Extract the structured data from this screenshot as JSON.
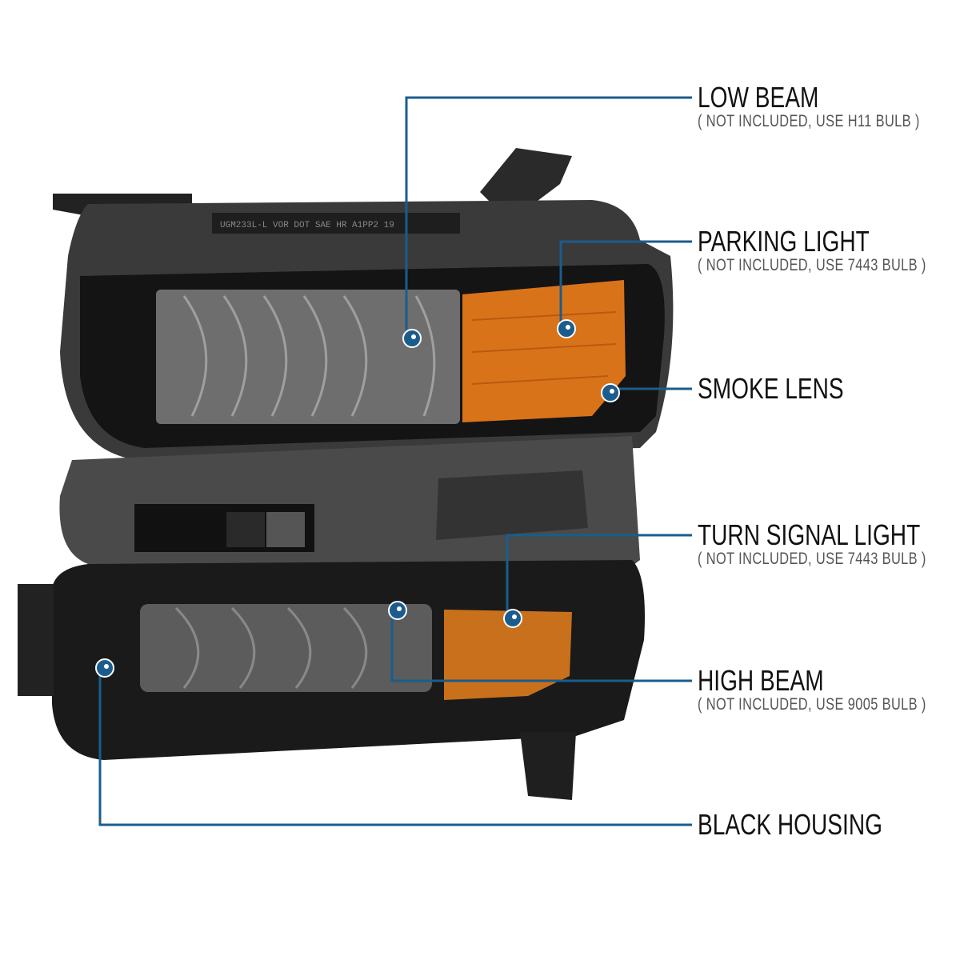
{
  "colors": {
    "callout_line": "#1b5c8c",
    "amber": "#d9731a",
    "housing": "#2b2b2b"
  },
  "housing_text": "UGM233L-L VOR DOT SAE HR A1PP2 19",
  "callouts": [
    {
      "title": "LOW BEAM",
      "note": "( NOT INCLUDED, USE  H11  BULB )"
    },
    {
      "title": "PARKING LIGHT",
      "note": "( NOT INCLUDED, USE  7443  BULB )"
    },
    {
      "title": "SMOKE LENS",
      "note": ""
    },
    {
      "title": "TURN SIGNAL LIGHT",
      "note": "( NOT INCLUDED, USE  7443  BULB )"
    },
    {
      "title": "HIGH BEAM",
      "note": "( NOT INCLUDED, USE  9005  BULB )"
    },
    {
      "title": "BLACK HOUSING",
      "note": ""
    }
  ]
}
